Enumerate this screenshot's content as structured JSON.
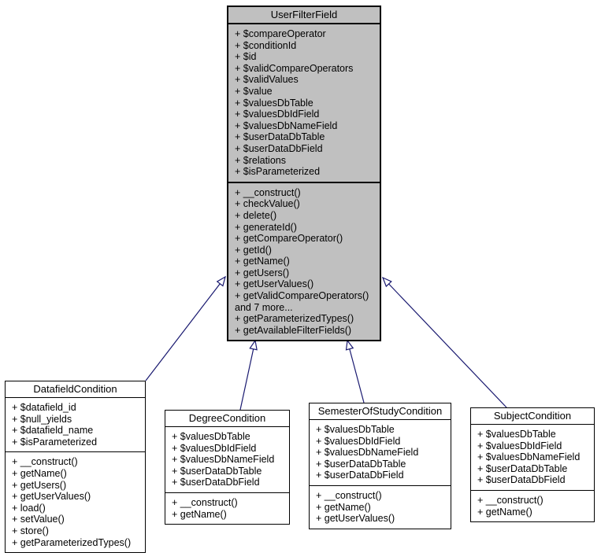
{
  "diagram": {
    "type": "uml-class-inheritance",
    "colors": {
      "focus_node_fill": "#c0c0c0",
      "node_fill": "#ffffff",
      "node_border": "#000000",
      "edge": "#191970",
      "background": "#ffffff",
      "text": "#000000"
    },
    "classes": [
      {
        "name": "UserFilterField",
        "attributes": [
          "+ $compareOperator",
          "+ $conditionId",
          "+ $id",
          "+ $validCompareOperators",
          "+ $validValues",
          "+ $value",
          "+ $valuesDbTable",
          "+ $valuesDbIdField",
          "+ $valuesDbNameField",
          "+ $userDataDbTable",
          "+ $userDataDbField",
          "+ $relations",
          "+ $isParameterized"
        ],
        "methods": [
          "+ __construct()",
          "+ checkValue()",
          "+ delete()",
          "+ generateId()",
          "+ getCompareOperator()",
          "+ getId()",
          "+ getName()",
          "+ getUsers()",
          "+ getUserValues()",
          "+ getValidCompareOperators()",
          "and 7 more...",
          "+ getParameterizedTypes()",
          "+ getAvailableFilterFields()"
        ]
      },
      {
        "name": "DatafieldCondition",
        "attributes": [
          "+ $datafield_id",
          "+ $null_yields",
          "+ $datafield_name",
          "+ $isParameterized"
        ],
        "methods": [
          "+ __construct()",
          "+ getName()",
          "+ getUsers()",
          "+ getUserValues()",
          "+ load()",
          "+ setValue()",
          "+ store()",
          "+ getParameterizedTypes()"
        ]
      },
      {
        "name": "DegreeCondition",
        "attributes": [
          "+ $valuesDbTable",
          "+ $valuesDbIdField",
          "+ $valuesDbNameField",
          "+ $userDataDbTable",
          "+ $userDataDbField"
        ],
        "methods": [
          "+ __construct()",
          "+ getName()"
        ]
      },
      {
        "name": "SemesterOfStudyCondition",
        "attributes": [
          "+ $valuesDbTable",
          "+ $valuesDbIdField",
          "+ $valuesDbNameField",
          "+ $userDataDbTable",
          "+ $userDataDbField"
        ],
        "methods": [
          "+ __construct()",
          "+ getName()",
          "+ getUserValues()"
        ]
      },
      {
        "name": "SubjectCondition",
        "attributes": [
          "+ $valuesDbTable",
          "+ $valuesDbIdField",
          "+ $valuesDbNameField",
          "+ $userDataDbTable",
          "+ $userDataDbField"
        ],
        "methods": [
          "+ __construct()",
          "+ getName()"
        ]
      }
    ],
    "edges": [
      {
        "from": "DatafieldCondition",
        "to": "UserFilterField",
        "type": "inheritance"
      },
      {
        "from": "DegreeCondition",
        "to": "UserFilterField",
        "type": "inheritance"
      },
      {
        "from": "SemesterOfStudyCondition",
        "to": "UserFilterField",
        "type": "inheritance"
      },
      {
        "from": "SubjectCondition",
        "to": "UserFilterField",
        "type": "inheritance"
      }
    ]
  }
}
